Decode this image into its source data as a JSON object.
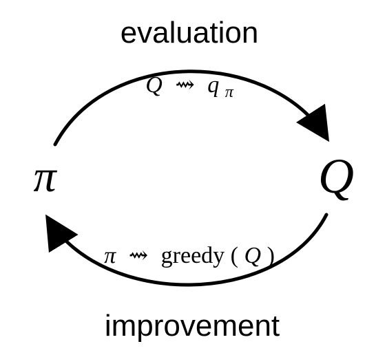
{
  "labels": {
    "top": "evaluation",
    "bottom": "improvement"
  },
  "nodes": {
    "policy": "π",
    "value": "Q"
  },
  "equations": {
    "evaluation": {
      "lhs": "Q",
      "arrow": "⇝",
      "rhs_base": "q",
      "rhs_sub": "π"
    },
    "improvement": {
      "lhs": "π",
      "arrow": "⇝",
      "func": "greedy",
      "open": "(",
      "arg": "Q",
      "close": ")"
    }
  },
  "colors": {
    "ink": "#000000",
    "background": "#ffffff"
  }
}
